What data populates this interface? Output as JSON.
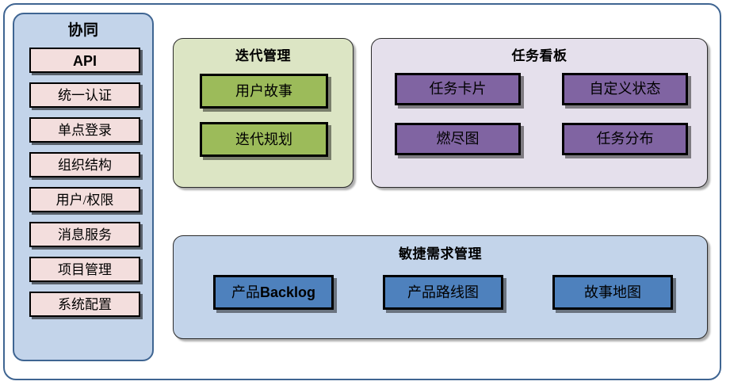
{
  "diagram": {
    "sidebar": {
      "title": "协同",
      "items": [
        {
          "label": "API",
          "script": "latin"
        },
        {
          "label": "统一认证",
          "script": "han"
        },
        {
          "label": "单点登录",
          "script": "han"
        },
        {
          "label": "组织结构",
          "script": "han"
        },
        {
          "label": "用户/权限",
          "script": "han"
        },
        {
          "label": "消息服务",
          "script": "han"
        },
        {
          "label": "项目管理",
          "script": "han"
        },
        {
          "label": "系统配置",
          "script": "han"
        }
      ]
    },
    "iteration": {
      "title": "迭代管理",
      "items": [
        {
          "label": "用户故事"
        },
        {
          "label": "迭代规划"
        }
      ]
    },
    "taskboard": {
      "title": "任务看板",
      "items": [
        {
          "label": "任务卡片"
        },
        {
          "label": "自定义状态"
        },
        {
          "label": "燃尽图"
        },
        {
          "label": "任务分布"
        }
      ]
    },
    "requirements": {
      "title": "敏捷需求管理",
      "items": [
        {
          "label_cjk": "产品",
          "label_latin": "Backlog"
        },
        {
          "label_cjk": "产品路线图",
          "label_latin": ""
        },
        {
          "label_cjk": "故事地图",
          "label_latin": ""
        }
      ]
    },
    "colors": {
      "frame_border": "#3f6592",
      "sidebar_bg": "#c3d4ea",
      "sidebar_chip_bg": "#f3dedd",
      "iteration_bg": "#dce5c4",
      "iteration_box_bg": "#9cbb5a",
      "taskboard_bg": "#e5e0ec",
      "taskboard_box_bg": "#8064a2",
      "requirements_bg": "#c3d4ea",
      "requirements_box_bg": "#4e81bd",
      "box_border": "#000000",
      "text": "#000000"
    }
  }
}
